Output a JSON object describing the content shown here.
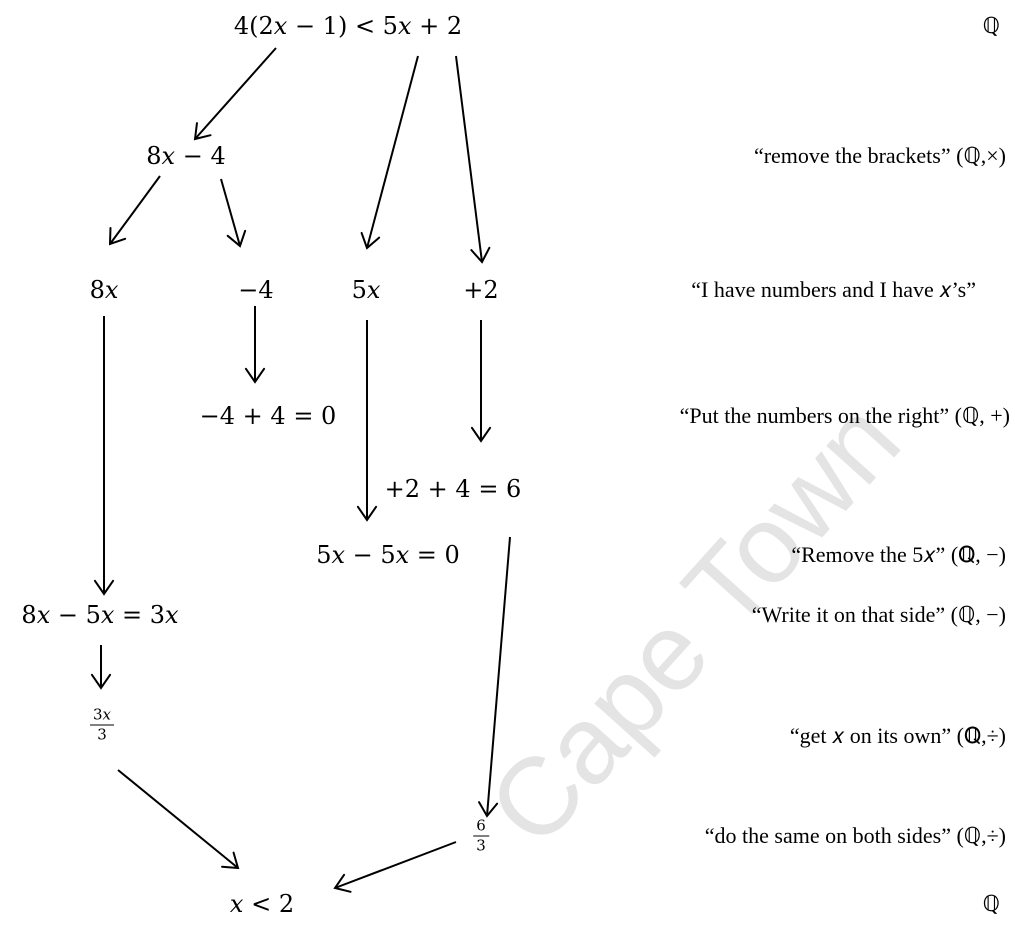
{
  "nodes": {
    "inequality": "4(2𝑥 − 1) < 5𝑥 + 2",
    "expanded": "8𝑥 − 4",
    "term_8x": "8𝑥",
    "term_neg4": "−4",
    "term_5x": "5𝑥",
    "term_plus2": "+2",
    "neg4_plus4": "−4 + 4 = 0",
    "plus2_plus4": "+2 + 4 = 6",
    "fivex_minus": "5𝑥 − 5𝑥 = 0",
    "eightx_minus": "8𝑥 − 5𝑥 = 3𝑥",
    "frac_3x": {
      "num": "3𝑥",
      "den": "3"
    },
    "frac_6": {
      "num": "6",
      "den": "3"
    },
    "result": "𝑥 < 2"
  },
  "annotations": {
    "a1": "ℚ",
    "a2": "“remove the brackets” (ℚ,×)",
    "a3": "“I have numbers and I have 𝑥’s”",
    "a4": "“Put the numbers on the right” (ℚ, +)",
    "a5": "“Remove the 5𝑥” (ℚ, −)",
    "a6": "“Write it on that side” (ℚ, −)",
    "a7": "“get 𝑥 on its own” (ℚ,÷)",
    "a8": "“do the same on both sides” (ℚ,÷)",
    "a9": "ℚ"
  },
  "watermark": "Cape Town",
  "colors": {
    "ink": "#000000",
    "watermark": "#e4e4e4"
  }
}
